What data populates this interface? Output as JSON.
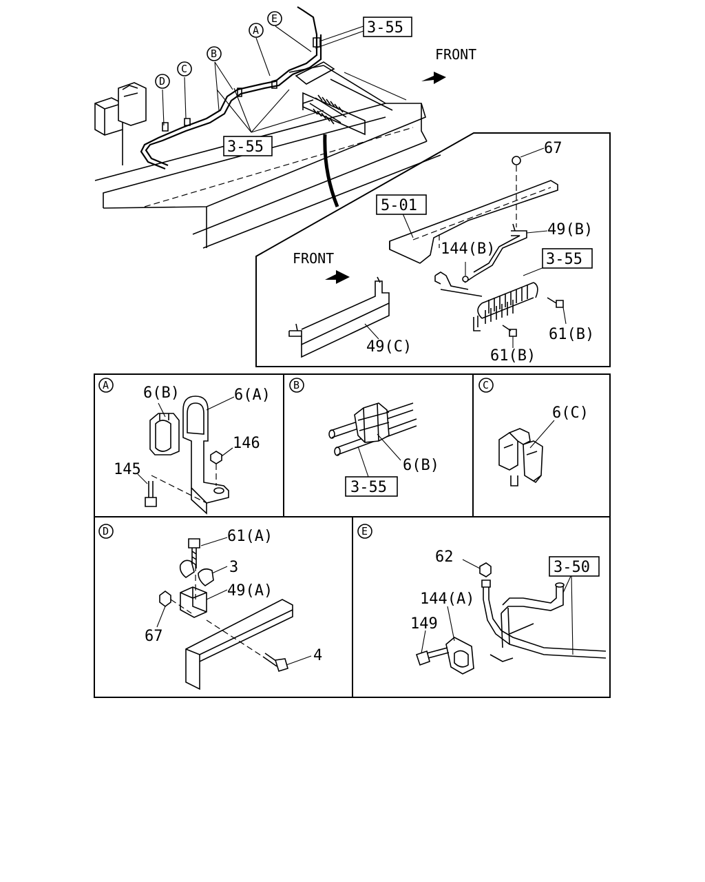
{
  "callouts": {
    "a": "A",
    "b": "B",
    "c": "C",
    "d": "D",
    "e": "E"
  },
  "main": {
    "front": "FRONT",
    "ref_top": "3-55",
    "ref_mid": "3-55"
  },
  "inset": {
    "front": "FRONT",
    "ref_501": "5-01",
    "ref_355": "3-55",
    "p67": "67",
    "p49b": "49(B)",
    "p144b": "144(B)",
    "p61b_1": "61(B)",
    "p61b_2": "61(B)",
    "p49c": "49(C)"
  },
  "panel_a": {
    "tag": "A",
    "p6b": "6(B)",
    "p6a": "6(A)",
    "p146": "146",
    "p145": "145"
  },
  "panel_b": {
    "tag": "B",
    "p6b": "6(B)",
    "ref": "3-55"
  },
  "panel_c": {
    "tag": "C",
    "p6c": "6(C)"
  },
  "panel_d": {
    "tag": "D",
    "p61a": "61(A)",
    "p3": "3",
    "p49a": "49(A)",
    "p67": "67",
    "p4": "4"
  },
  "panel_e": {
    "tag": "E",
    "p62": "62",
    "ref": "3-50",
    "p144a": "144(A)",
    "p149": "149"
  }
}
